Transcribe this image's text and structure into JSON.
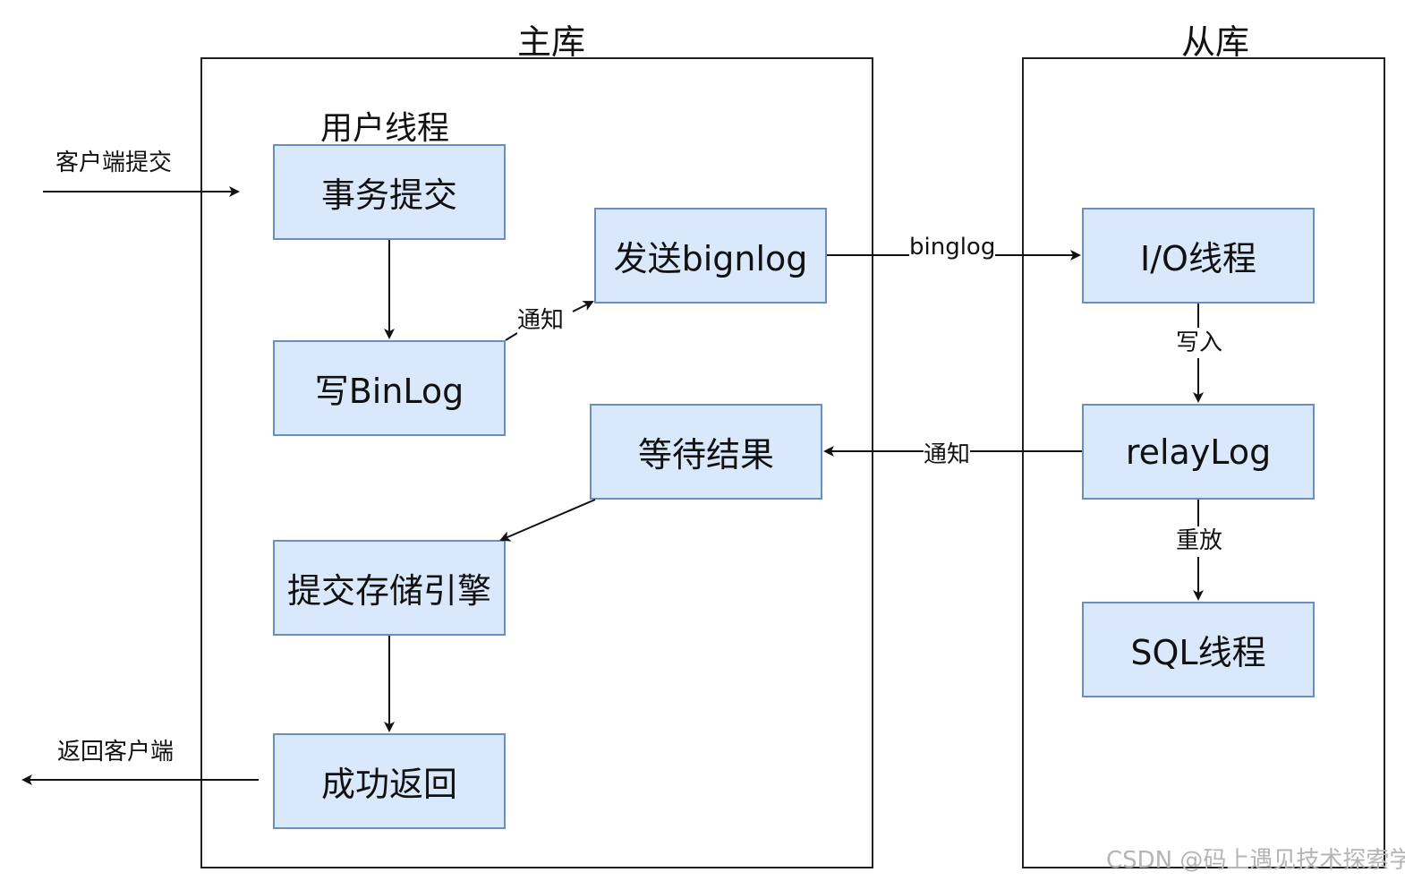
{
  "primary": {
    "title": "主库",
    "thread_label": "用户线程",
    "nodes": {
      "commit": "事务提交",
      "write_binlog": "写BinLog",
      "send_binlog": "发送bignlog",
      "wait_result": "等待结果",
      "commit_engine": "提交存储引擎",
      "success_return": "成功返回"
    }
  },
  "replica": {
    "title": "从库",
    "nodes": {
      "io_thread": "I/O线程",
      "relay_log": "relayLog",
      "sql_thread": "SQL线程"
    }
  },
  "edges": {
    "client_submit": "客户端提交",
    "return_client": "返回客户端",
    "notify_send": "通知",
    "binlog": "binglog",
    "write_in": "写入",
    "notify_wait": "通知",
    "replay": "重放"
  },
  "watermark": "CSDN @码上遇见技术探索学"
}
